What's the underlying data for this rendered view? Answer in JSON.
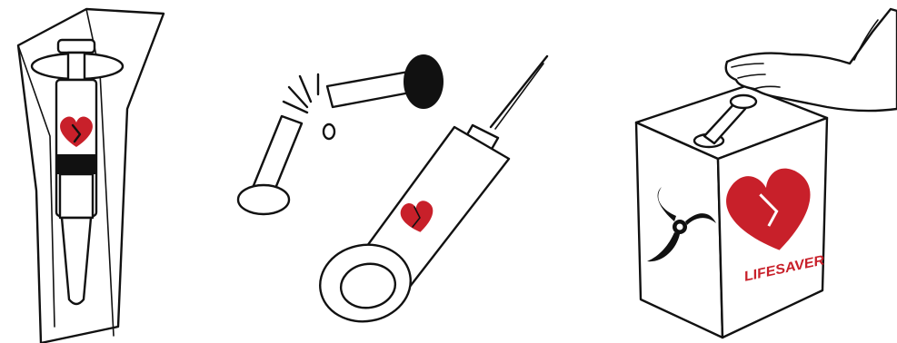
{
  "panels": [
    {
      "name": "syringe-in-wrapper",
      "heart_color": "#c8202a"
    },
    {
      "name": "broken-plunger-and-syringe",
      "heart_color": "#c8202a"
    },
    {
      "name": "sharps-disposal-box",
      "heart_color": "#c8202a",
      "box_label": "LIFESAVER"
    }
  ],
  "colors": {
    "line": "#111111",
    "heart": "#c8202a",
    "background": "#ffffff"
  }
}
